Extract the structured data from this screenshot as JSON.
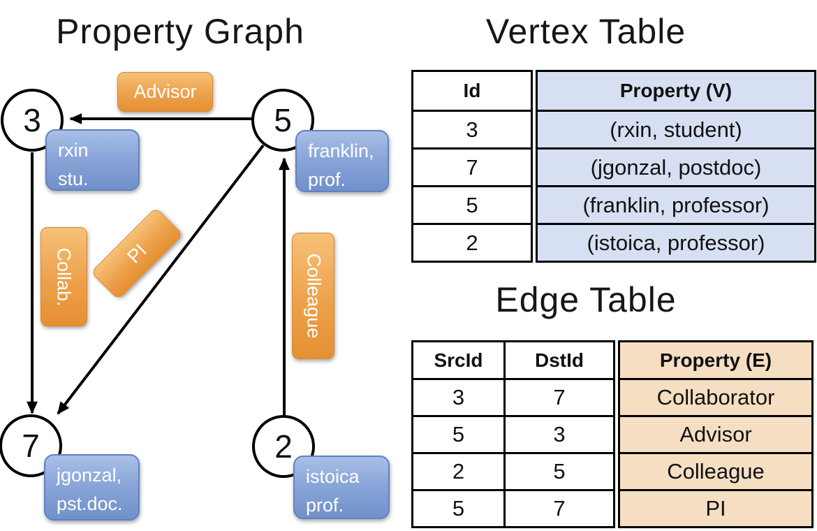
{
  "graph": {
    "title": "Property Graph",
    "nodes": [
      {
        "id": "3",
        "prop_lines": [
          "rxin",
          "stu."
        ]
      },
      {
        "id": "5",
        "prop_lines": [
          "franklin,",
          "prof."
        ]
      },
      {
        "id": "7",
        "prop_lines": [
          "jgonzal,",
          "pst.doc."
        ]
      },
      {
        "id": "2",
        "prop_lines": [
          "istoica",
          "prof."
        ]
      }
    ],
    "edge_labels": {
      "advisor": "Advisor",
      "collab": "Collab.",
      "pi": "PI",
      "colleague": "Colleague"
    }
  },
  "vertex_table": {
    "title": "Vertex Table",
    "columns": [
      "Id",
      "Property (V)"
    ],
    "rows": [
      [
        "3",
        "(rxin, student)"
      ],
      [
        "7",
        "(jgonzal, postdoc)"
      ],
      [
        "5",
        "(franklin, professor)"
      ],
      [
        "2",
        "(istoica, professor)"
      ]
    ]
  },
  "edge_table": {
    "title": "Edge Table",
    "columns": [
      "SrcId",
      "DstId",
      "Property (E)"
    ],
    "rows": [
      [
        "3",
        "7",
        "Collaborator"
      ],
      [
        "5",
        "3",
        "Advisor"
      ],
      [
        "2",
        "5",
        "Colleague"
      ],
      [
        "5",
        "7",
        "PI"
      ]
    ]
  },
  "colors": {
    "edge_label_orange": "#EDA14B",
    "vertex_box_blue": "#8AA6D9",
    "vertex_cell_fill": "#D7E0F2",
    "edge_cell_fill": "#F5DEC2",
    "line_color": "#000000"
  }
}
